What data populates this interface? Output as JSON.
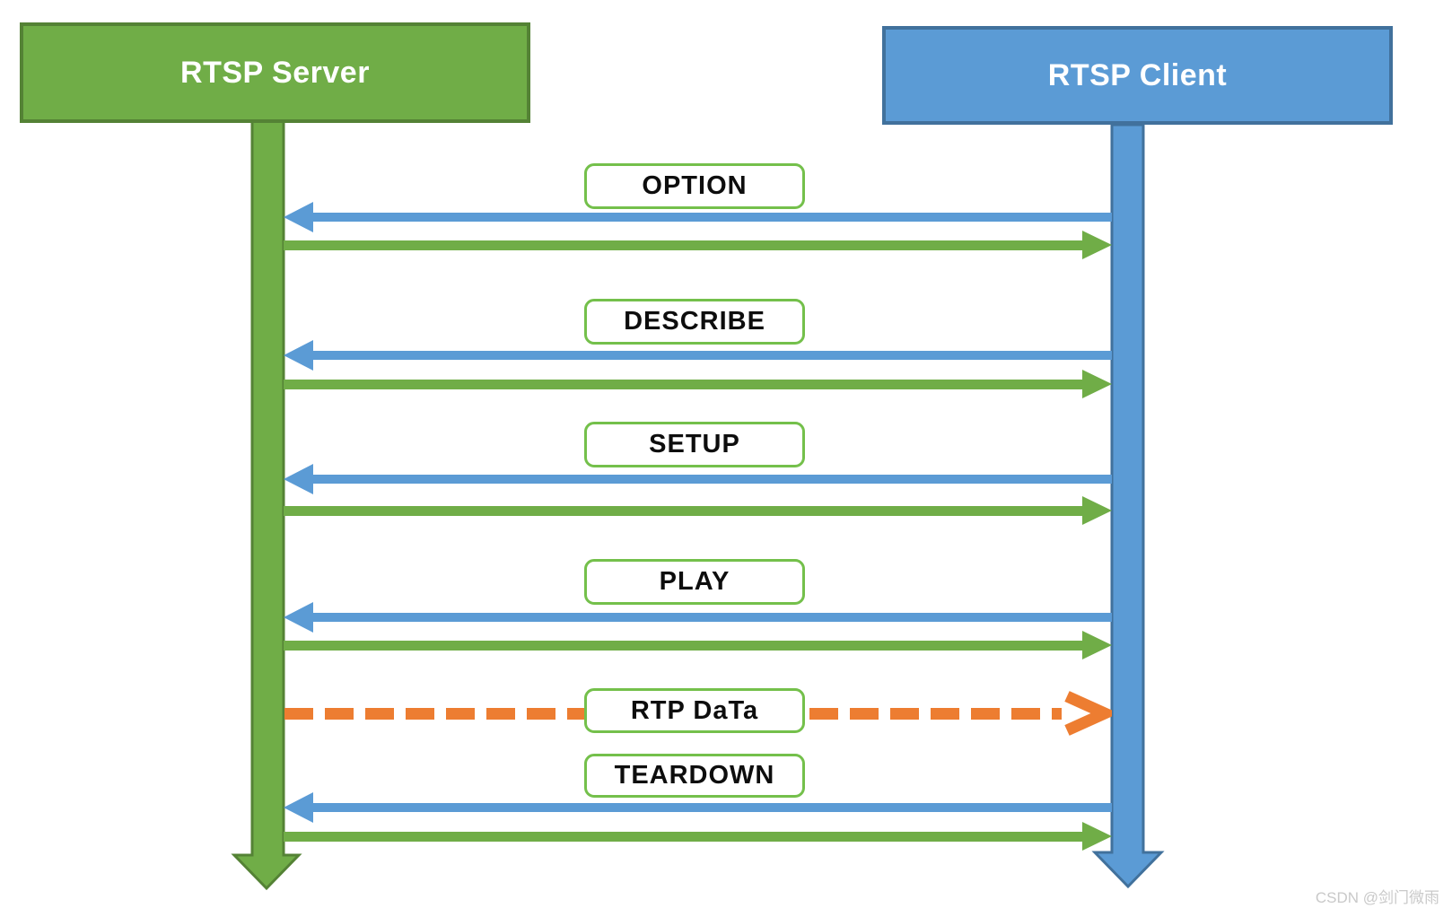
{
  "actors": {
    "server": {
      "label": "RTSP Server",
      "color": "#70AD47",
      "border_color": "#548235"
    },
    "client": {
      "label": "RTSP Client",
      "color": "#5B9BD5",
      "border_color": "#41719C"
    }
  },
  "messages": [
    {
      "label": "OPTION",
      "type": "request-response",
      "request_from": "client",
      "request_to": "server",
      "response_from": "server",
      "response_to": "client"
    },
    {
      "label": "DESCRIBE",
      "type": "request-response",
      "request_from": "client",
      "request_to": "server",
      "response_from": "server",
      "response_to": "client"
    },
    {
      "label": "SETUP",
      "type": "request-response",
      "request_from": "client",
      "request_to": "server",
      "response_from": "server",
      "response_to": "client"
    },
    {
      "label": "PLAY",
      "type": "request-response",
      "request_from": "client",
      "request_to": "server",
      "response_from": "server",
      "response_to": "client"
    },
    {
      "label": "RTP DaTa",
      "type": "stream",
      "style": "dashed",
      "from": "server",
      "to": "client"
    },
    {
      "label": "TEARDOWN",
      "type": "request-response",
      "request_from": "client",
      "request_to": "server",
      "response_from": "server",
      "response_to": "client"
    }
  ],
  "colors": {
    "server_green": "#70AD47",
    "server_green_border": "#548235",
    "client_blue": "#5B9BD5",
    "client_blue_border": "#41719C",
    "stream_orange": "#ED7D31",
    "label_box_border": "#74C04B"
  },
  "watermark": {
    "text": "CSDN @剑门微雨"
  }
}
